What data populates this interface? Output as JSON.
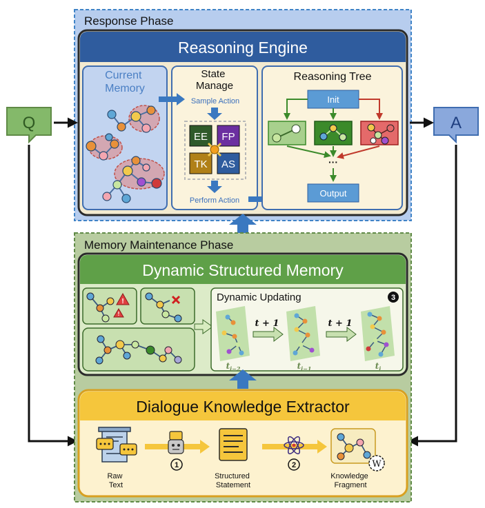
{
  "colors": {
    "response_bg": "#b7cdee",
    "response_border": "#3f83c7",
    "engine_header": "#2f5c9e",
    "engine_body": "#f3ead0",
    "memory_phase_bg": "#b8cca0",
    "memory_phase_border": "#5f8a46",
    "dsm_header": "#5fa048",
    "dke_header": "#f5c63c",
    "dke_body": "#fdf2cf",
    "up_arrow": "#3a78c0",
    "q_box": "#84b96a",
    "a_box": "#8aa8dc"
  },
  "icons": [
    "question-bubble-icon",
    "answer-bubble-icon",
    "robot-icon",
    "document-icon",
    "atom-icon",
    "wikipedia-icon",
    "warning-icon",
    "delete-x-icon"
  ],
  "labels": {
    "response_phase": "Response Phase",
    "reasoning_engine": "Reasoning Engine",
    "current_memory": "Current\nMemory",
    "state_manage": "State\nManage",
    "sample_action": "Sample Action",
    "perform_action": "Perform Action",
    "ee": "EE",
    "fp": "FP",
    "tk": "TK",
    "as": "AS",
    "reasoning_tree": "Reasoning Tree",
    "init": "Init",
    "output": "Output",
    "ellipsis": "···",
    "q": "Q",
    "a": "A",
    "memory_maintenance_phase": "Memory Maintenance Phase",
    "dynamic_structured_memory": "Dynamic Structured Memory",
    "dynamic_updating": "Dynamic Updating",
    "step3": "3",
    "t_plus_1": "t + 1",
    "t_i_minus_2": "t",
    "sub_i_minus_2": "i−2",
    "sub_i_minus_1": "i−1",
    "sub_i": "i",
    "dialogue_knowledge_extractor": "Dialogue Knowledge Extractor",
    "raw_text": "Raw\nText",
    "structured_statement": "Structured\nStatement",
    "knowledge_fragment": "Knowledge\nFragment",
    "step1": "1",
    "step2": "2",
    "wiki": "W"
  }
}
